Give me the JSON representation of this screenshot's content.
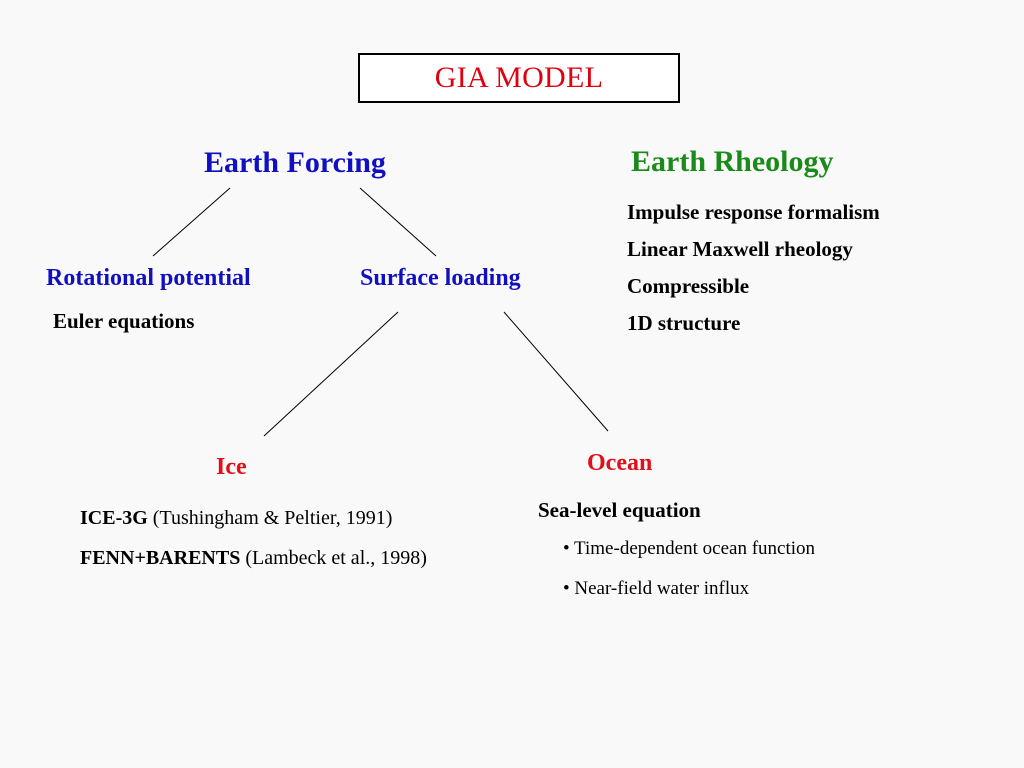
{
  "title": "GIA MODEL",
  "forcing": {
    "heading": "Earth Forcing",
    "rotational": {
      "label": "Rotational potential",
      "detail": "Euler equations"
    },
    "surface": {
      "label": "Surface loading"
    }
  },
  "rheology": {
    "heading": "Earth Rheology",
    "items": [
      "Impulse response formalism",
      "Linear Maxwell rheology",
      "Compressible",
      "1D structure"
    ]
  },
  "ice": {
    "heading": "Ice",
    "models": [
      {
        "name": "ICE-3G",
        "ref": "(Tushingham & Peltier, 1991)"
      },
      {
        "name": "FENN+BARENTS",
        "ref": "(Lambeck et al., 1998)"
      }
    ]
  },
  "ocean": {
    "heading": "Ocean",
    "equation": "Sea-level equation",
    "bullets": [
      "• Time-dependent ocean function",
      "• Near-field water influx"
    ]
  },
  "colors": {
    "title": "#e0000f",
    "forcing": "#1010c0",
    "rheology": "#1a8a1a",
    "ice_ocean": "#e0101a"
  }
}
